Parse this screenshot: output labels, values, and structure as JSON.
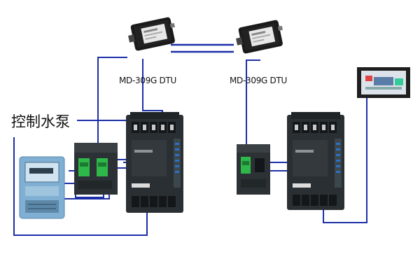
{
  "diagram": {
    "pump_label": "控制水泵",
    "dtu_left": {
      "model": "MD-309G DTU"
    },
    "dtu_right": {
      "model": "MD-309G DTU"
    }
  },
  "colors": {
    "wire": "#1c2fa8",
    "plc_body": "#2a2f33",
    "plc_dark": "#141719",
    "terminal": "#2fb84a",
    "meter": "#7fb0d4"
  }
}
